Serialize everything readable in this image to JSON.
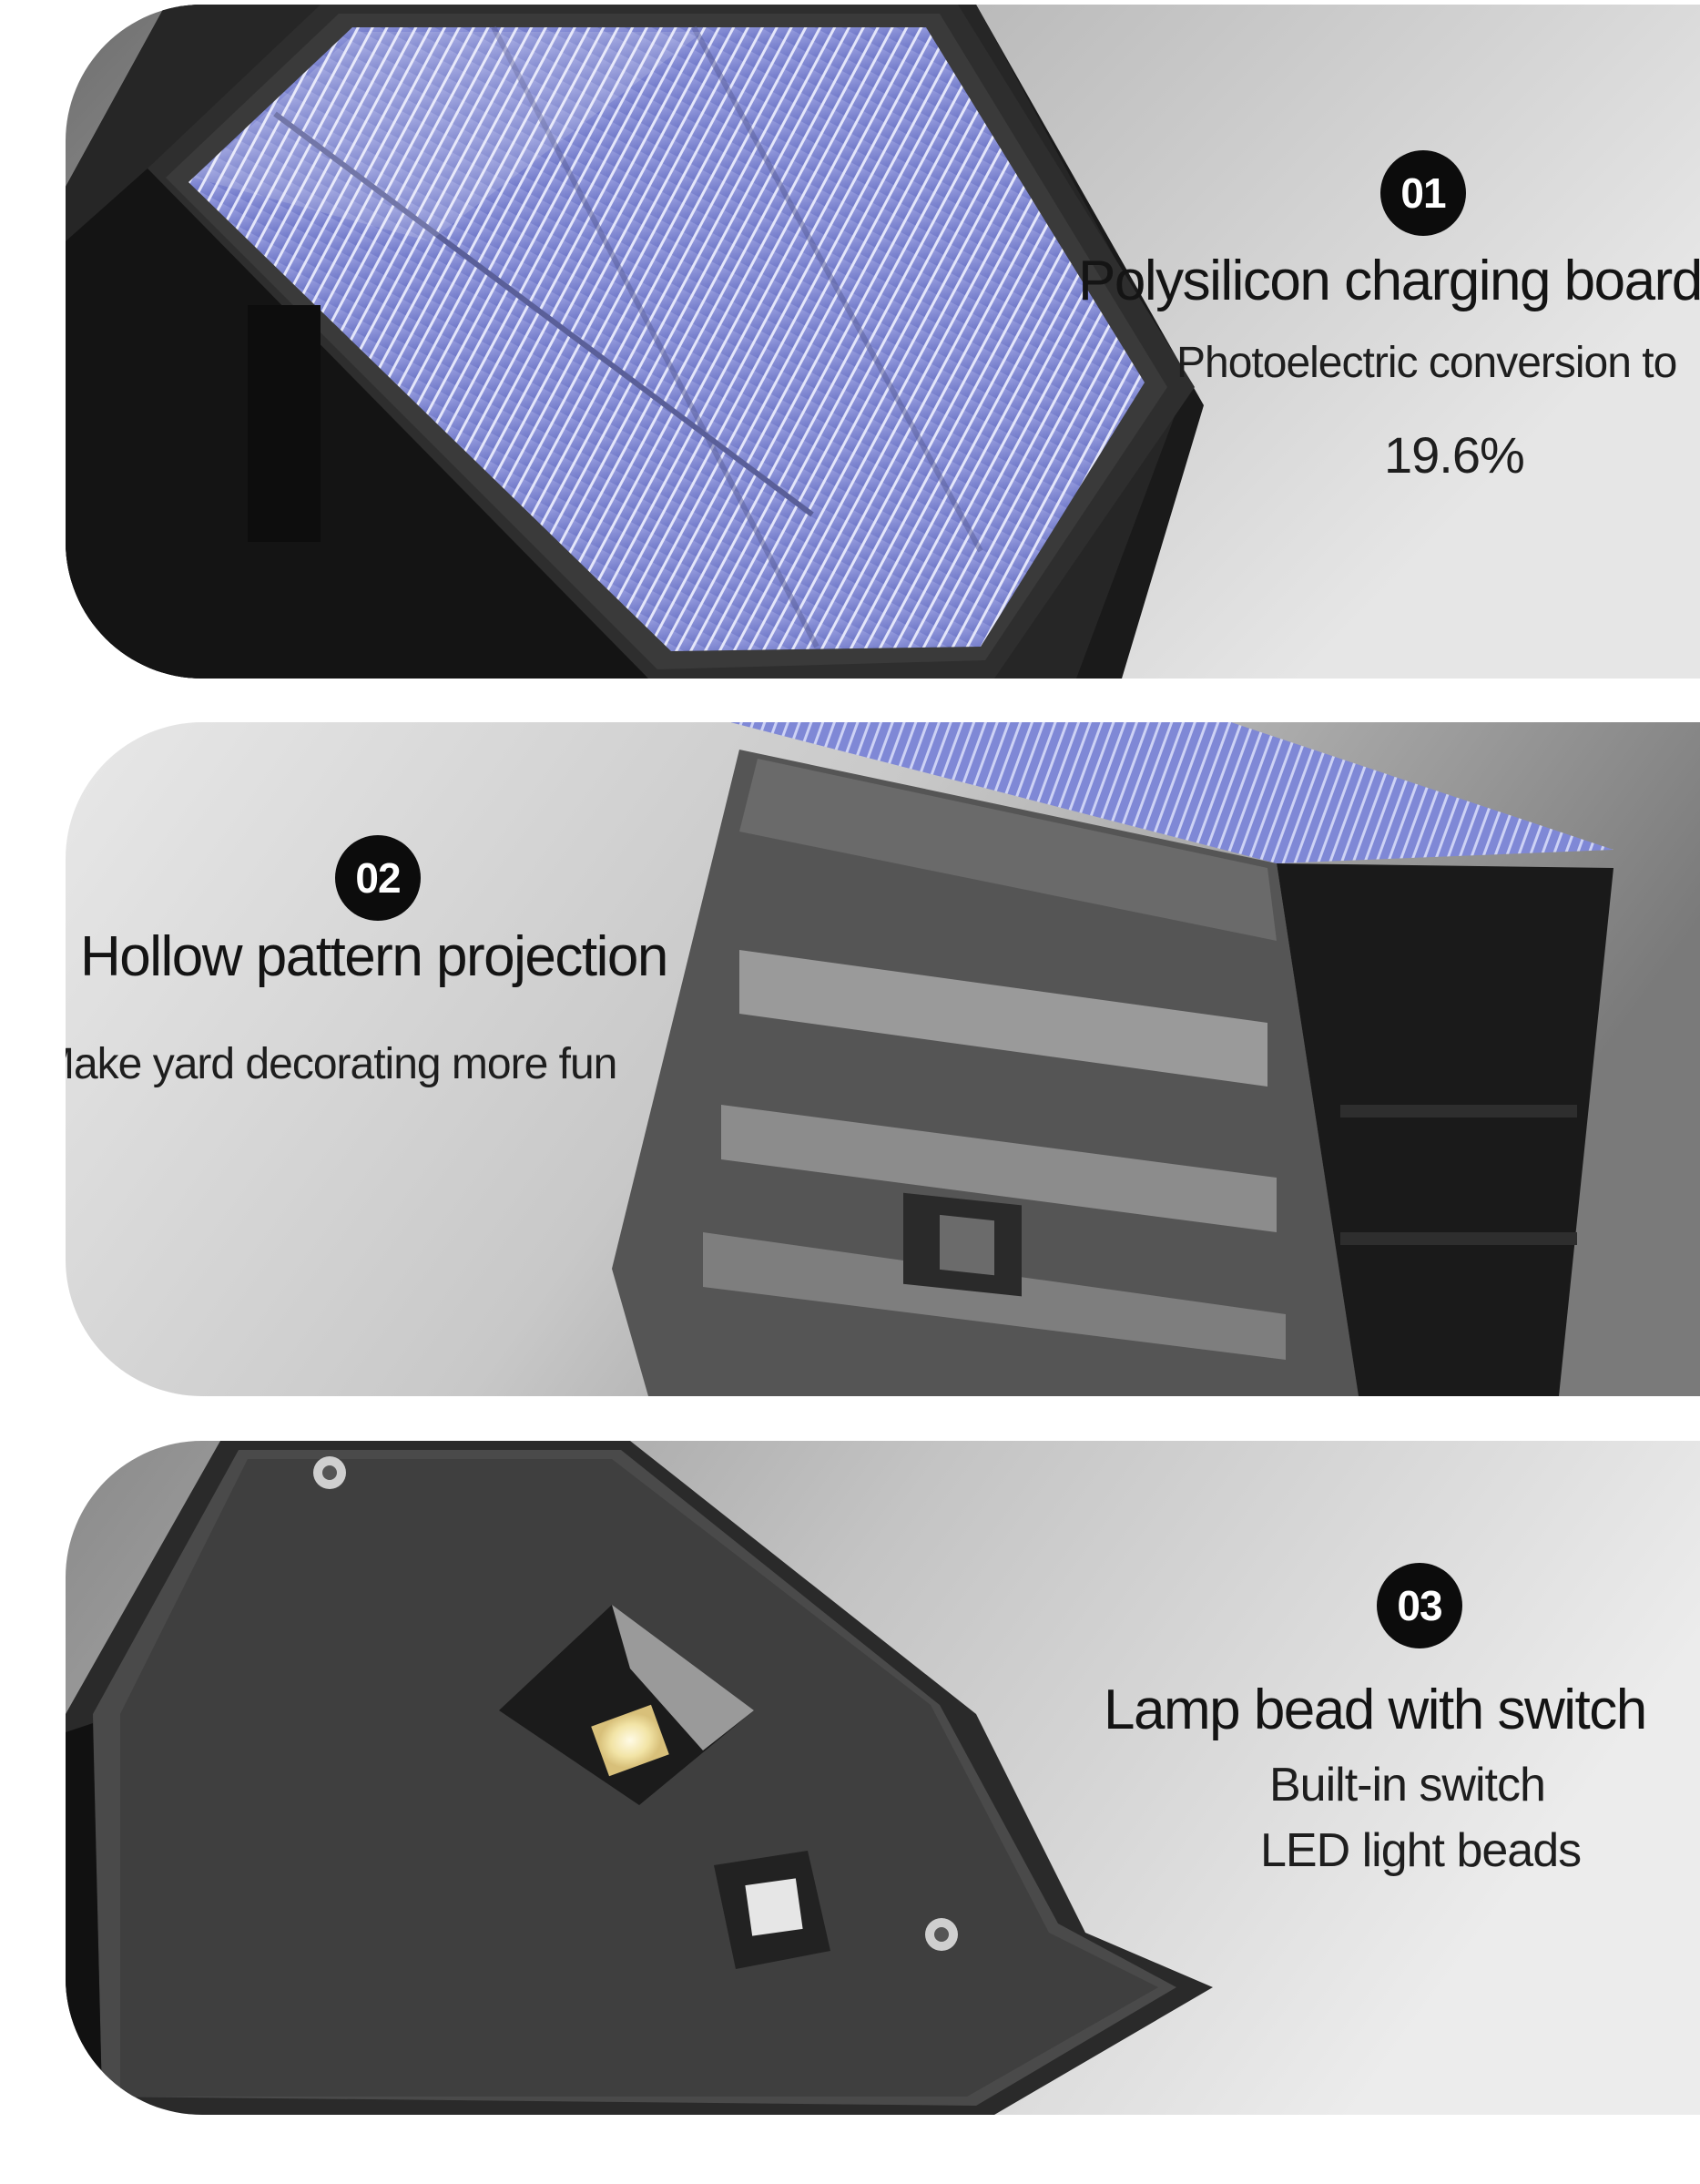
{
  "sections": [
    {
      "badge": "01",
      "title": "Polysilicon charging board",
      "lines": [
        "Photoelectric conversion to",
        "19.6%"
      ]
    },
    {
      "badge": "02",
      "title": "Hollow pattern projection",
      "lines": [
        "Make yard decorating more fun"
      ]
    },
    {
      "badge": "03",
      "title": "Lamp bead with switch",
      "lines": [
        "Built-in switch",
        "LED light beads"
      ]
    }
  ]
}
